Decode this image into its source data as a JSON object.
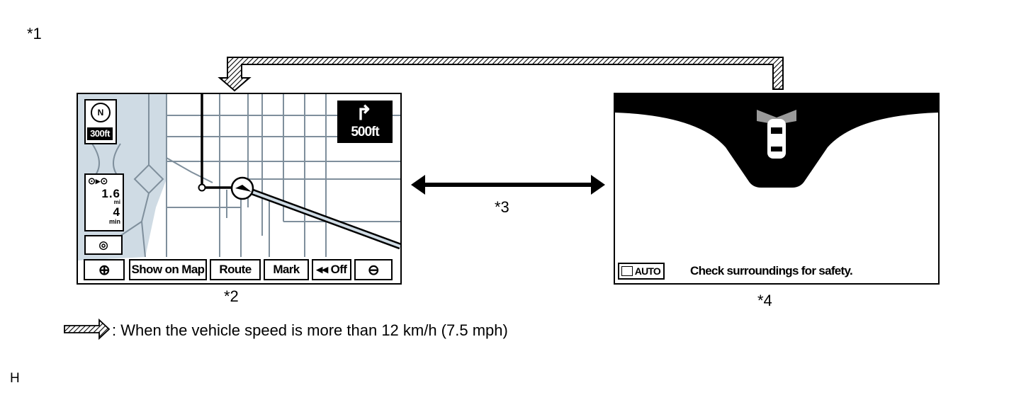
{
  "callouts": {
    "c1": "*1",
    "c2": "*2",
    "c3": "*3",
    "c4": "*4",
    "corner": "H"
  },
  "nav_screen": {
    "north_label": "N",
    "scale": "300ft",
    "turn_distance": "500ft",
    "turn_icon": "turn-right-arrow-icon",
    "remaining_distance": "1.6",
    "distance_unit": "mi",
    "remaining_time": "4",
    "time_unit": "min",
    "buttons": {
      "zoom_in": "⊕",
      "show_on_map": "Show on Map",
      "route": "Route",
      "mark": "Mark",
      "voice_off": "◂◂ Off",
      "zoom_out": "⊖"
    }
  },
  "camera_screen": {
    "mode": "AUTO",
    "message": "Check surroundings for safety."
  },
  "legend": {
    "icon": "hatched-arrow-icon",
    "text": ": When the vehicle speed is more than 12 km/h (7.5 mph)"
  },
  "colors": {
    "map_water": "#cfdbe4",
    "map_road": "#7f8f9c",
    "route": "#000000"
  }
}
